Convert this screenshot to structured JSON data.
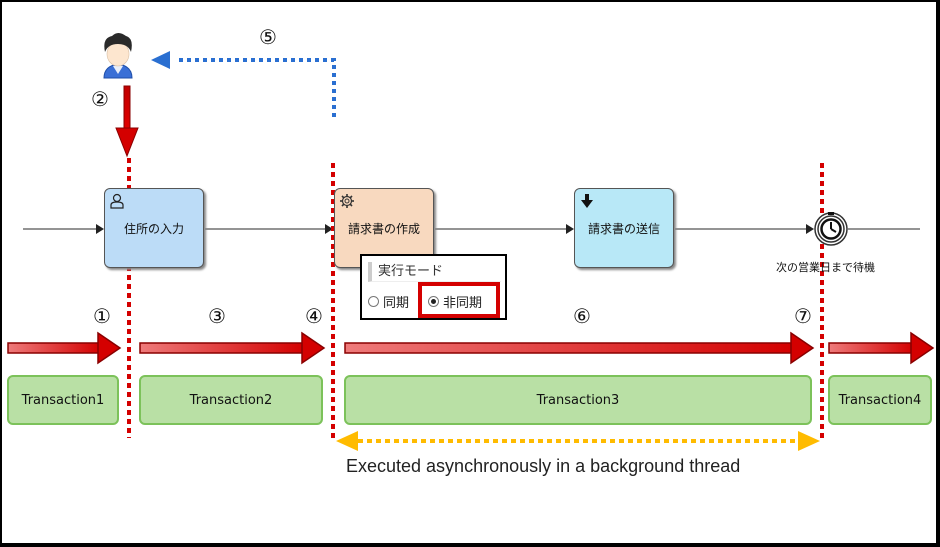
{
  "diagram": {
    "steps": {
      "s1": "①",
      "s2": "②",
      "s3": "③",
      "s4": "④",
      "s5": "⑤",
      "s6": "⑥",
      "s7": "⑦"
    },
    "actor": {
      "icon": "user-icon"
    },
    "tasks": [
      {
        "label": "住所の入力",
        "icon": "user-task-icon",
        "color": "#bcdcf7"
      },
      {
        "label": "請求書の作成",
        "icon": "gear-icon",
        "color": "#f8d9bf"
      },
      {
        "label": "請求書の送信",
        "icon": "down-arrow-icon",
        "color": "#b8e8f7"
      }
    ],
    "timer_event": {
      "label": "次の営業日まで待機",
      "icon": "clock-icon"
    },
    "execution_mode_panel": {
      "title": "実行モード",
      "options": [
        {
          "label": "同期",
          "selected": false
        },
        {
          "label": "非同期",
          "selected": true
        }
      ]
    },
    "transactions": [
      "Transaction1",
      "Transaction2",
      "Transaction3",
      "Transaction4"
    ],
    "caption": "Executed asynchronously in a background thread",
    "colors": {
      "boundary": "#d40000",
      "return_arrow": "#2a6fd1",
      "async_span": "#ffbb00",
      "transaction_fill": "#b9e0a5",
      "transaction_border": "#7cc25a"
    }
  }
}
